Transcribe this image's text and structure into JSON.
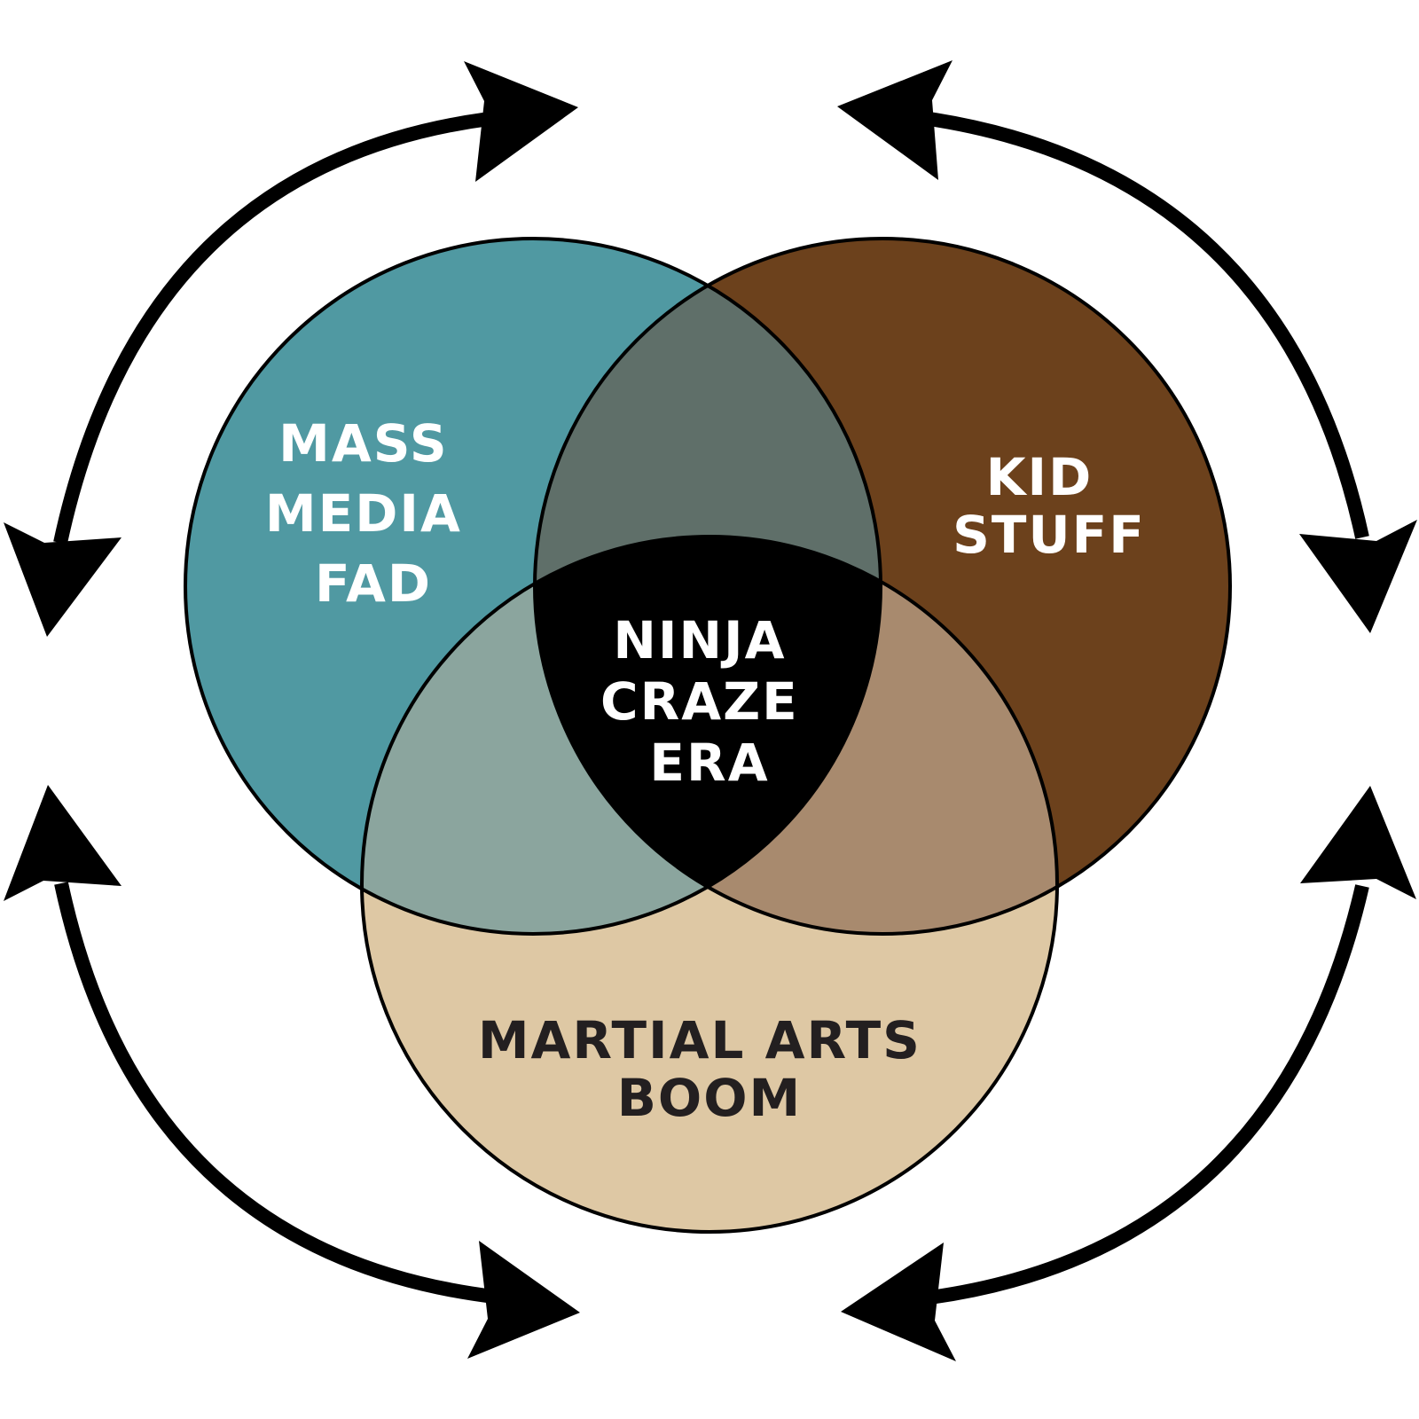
{
  "sets": {
    "top_left": {
      "label_lines": [
        "MASS",
        "MEDIA",
        "FAD"
      ],
      "color": "#5099a2",
      "text_color": "#ffffff"
    },
    "top_right": {
      "label_lines": [
        "KID",
        "STUFF"
      ],
      "color": "#6c411c",
      "text_color": "#ffffff"
    },
    "bottom": {
      "label_lines": [
        "MARTIAL ARTS",
        "BOOM"
      ],
      "color": "#dec8a4",
      "text_color": "#231f20"
    }
  },
  "overlaps": {
    "top_left_top_right": {
      "color": "#5f6f69"
    },
    "top_left_bottom": {
      "color": "#8ba59e"
    },
    "top_right_bottom": {
      "color": "#a88a6e"
    }
  },
  "center": {
    "label_lines": [
      "NINJA",
      "CRAZE",
      "ERA"
    ],
    "color": "#000000",
    "text_color": "#ffffff"
  },
  "arrows": {
    "count": 4,
    "style": "double-headed curved arrows circling the diagram",
    "color": "#000000"
  }
}
